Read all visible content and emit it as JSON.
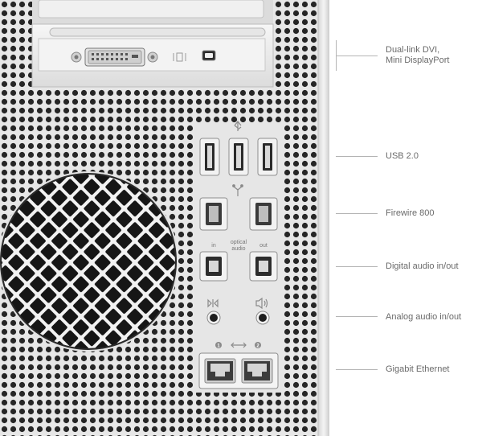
{
  "labels": {
    "dvi_line1": "Dual-link DVI,",
    "dvi_line2": "Mini DisplayPort",
    "usb": "USB 2.0",
    "firewire": "Firewire 800",
    "digital_audio": "Digital audio in/out",
    "analog_audio": "Analog audio in/out",
    "ethernet": "Gigabit Ethernet"
  },
  "panel_text": {
    "in": "in",
    "optical_line1": "optical",
    "optical_line2": "audio",
    "out": "out",
    "port1": "1",
    "port2": "2"
  },
  "icons": {
    "usb": "usb-icon",
    "firewire": "firewire-icon",
    "line_in": "line-in-icon",
    "line_out": "speaker-icon",
    "ethernet": "ethernet-icon",
    "display": "display-icon"
  },
  "colors": {
    "case_metal": "#e6e6e6",
    "hole": "#262626",
    "port_panel": "#efefef",
    "callout_text": "#6a6a6a"
  }
}
